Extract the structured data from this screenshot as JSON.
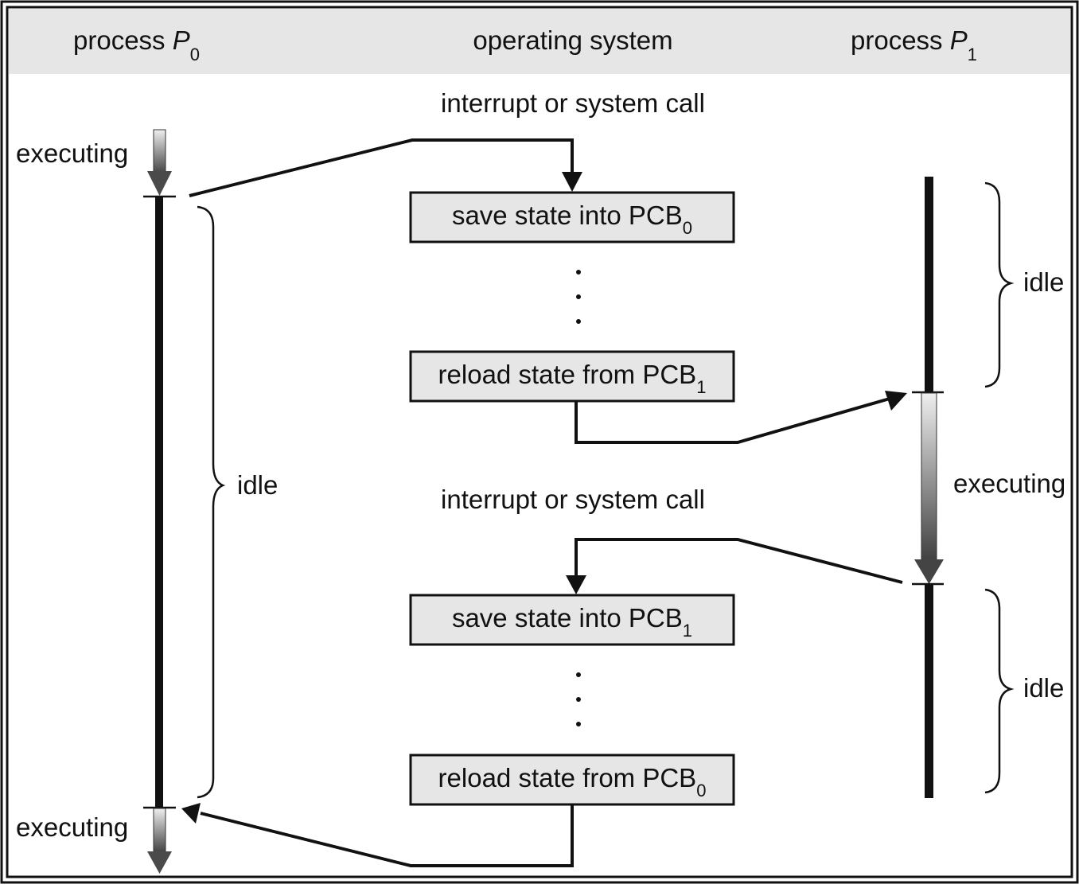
{
  "header": {
    "col_left": {
      "text": "process ",
      "var": "P",
      "sub": "0"
    },
    "col_mid": {
      "text": "operating system"
    },
    "col_right": {
      "text": "process ",
      "var": "P",
      "sub": "1"
    }
  },
  "events": {
    "top": "interrupt or system call",
    "mid": "interrupt or system call"
  },
  "boxes": {
    "save0": {
      "text": "save state into PCB",
      "sub": "0"
    },
    "reload1": {
      "text": "reload state from PCB",
      "sub": "1"
    },
    "save1": {
      "text": "save state into PCB",
      "sub": "1"
    },
    "reload0": {
      "text": "reload state from PCB",
      "sub": "0"
    }
  },
  "states": {
    "p0_exec_top": "executing",
    "p0_idle": "idle",
    "p0_exec_bottom": "executing",
    "p1_idle_top": "idle",
    "p1_exec": "executing",
    "p1_idle_bottom": "idle"
  },
  "ellipsis": "…",
  "colors": {
    "header_bg": "#e6e6e6",
    "box_fill": "#e6e6e6",
    "line": "#111111",
    "exec_gradient_top": "#efefef",
    "exec_gradient_bottom": "#3f3f3f"
  }
}
